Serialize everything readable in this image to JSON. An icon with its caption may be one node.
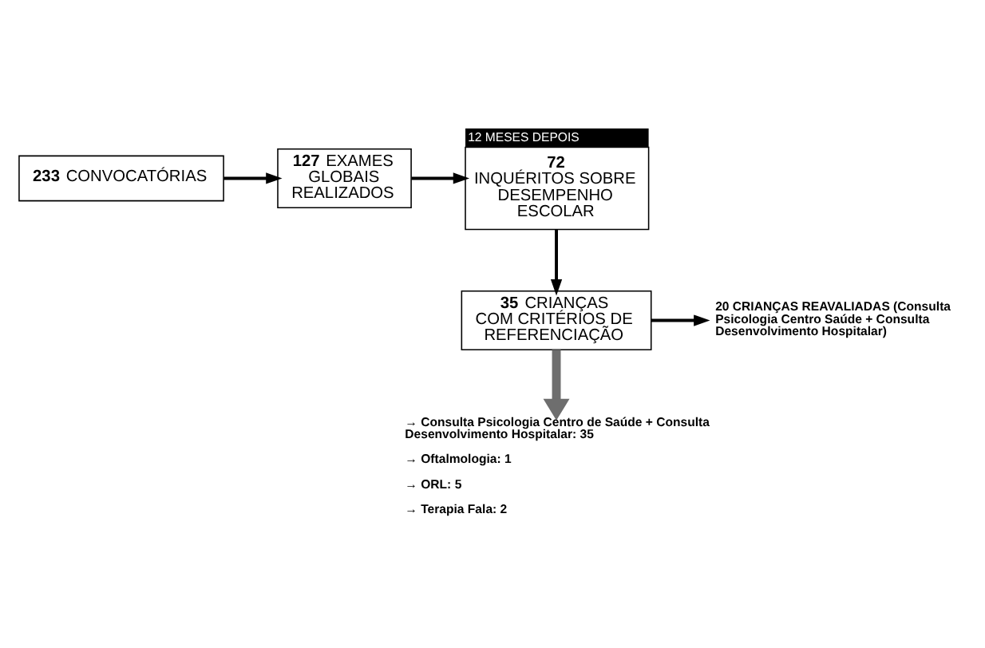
{
  "diagram": {
    "nodes": [
      {
        "text": [
          "**233** CONVOCATÓRIAS"
        ]
      },
      {
        "text": [
          "**127** EXAMES GLOBAIS REALIZADOS"
        ]
      },
      {
        "text": [
          "12 MESES DEPOIS",
          "**72** INQUÉRITOS SOBRE DESEMPENHO ESCOLAR"
        ]
      },
      {
        "text": [
          "**35** CRIANÇAS COM CRITÉRIOS DE REFERENCIAÇÃO"
        ]
      },
      {
        "text": [
          "**20 CRIANÇAS REAVALIADAS (Consulta Psicologia Centro Saúde + Consulta Desenvolvimento Hospitalar)**"
        ]
      },
      {
        "text": [
          "**→ Consulta Psicologia Centro de Saúde + Consulta Desenvolvimento Hospitalar: 35**",
          "**→ Oftalmologia: 1**",
          "**→ ORL: 5**",
          "**→ Terapia Fala: 2**"
        ]
      }
    ],
    "edges": [
      {
        "from": 0,
        "to": 1,
        "arrow": "to"
      },
      {
        "from": 1,
        "to": 2,
        "arrow": "to"
      },
      {
        "from": 2,
        "to": 3,
        "arrow": "to"
      },
      {
        "from": 3,
        "to": 4,
        "arrow": "to"
      },
      {
        "from": 3,
        "to": 5,
        "arrow": "to",
        "style": "thick",
        "color": "#6e6e6e"
      }
    ]
  }
}
